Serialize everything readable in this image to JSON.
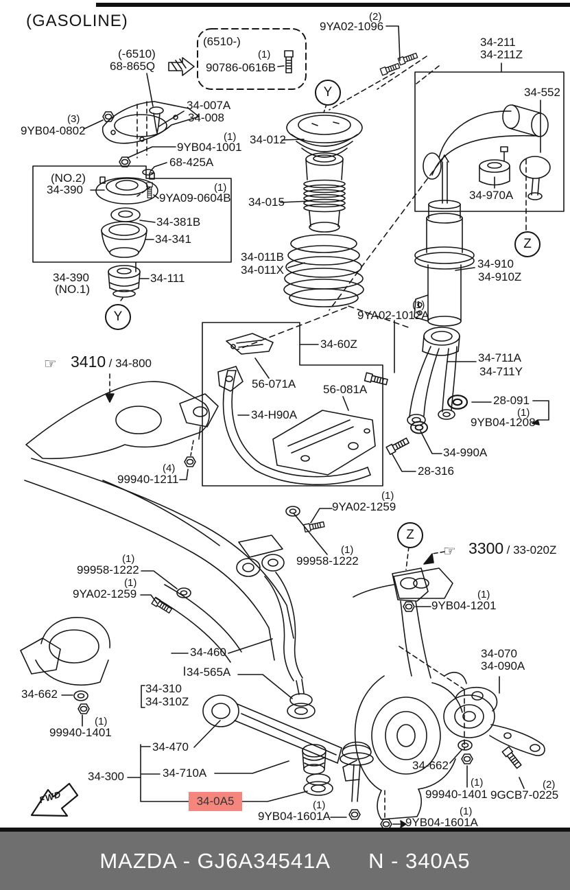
{
  "header": {
    "title": "(GASOLINE)"
  },
  "notes": {
    "no1": "(NO.1)",
    "no2": "(NO.2)",
    "range_before": "(-6510)",
    "range_after": "(6510-)"
  },
  "qty": {
    "one": "(1)",
    "two": "(2)",
    "three": "(3)",
    "four": "(4)"
  },
  "balloons": {
    "y": "Y",
    "z": "Z"
  },
  "icons": {
    "hand": "☞"
  },
  "refs": {
    "tower": {
      "num": "3410",
      "rest": "/ 34-800"
    },
    "knuckle": {
      "num": "3300",
      "rest": "/ 33-020Z"
    }
  },
  "parts": {
    "68_865Q": "68-865Q",
    "90786_0616B": "90786-0616B",
    "9YA02_1096": "9YA02-1096",
    "34_211": "34-211",
    "34_211Z": "34-211Z",
    "34_552": "34-552",
    "34_970A": "34-970A",
    "9YB04_0802": "9YB04-0802",
    "34_007A": "34-007A",
    "34_008": "34-008",
    "9YB04_1001": "9YB04-1001",
    "68_425A": "68-425A",
    "34_390": "34-390",
    "9YA09_0604B": "9YA09-0604B",
    "34_381B": "34-381B",
    "34_341": "34-341",
    "34_111": "34-111",
    "34_012": "34-012",
    "34_015": "34-015",
    "34_011B": "34-011B",
    "34_011X": "34-011X",
    "34_910": "34-910",
    "34_910Z": "34-910Z",
    "9YA02_1012A": "9YA02-1012A",
    "34_711A": "34-711A",
    "34_711Y": "34-711Y",
    "28_091": "28-091",
    "9YB04_1208": "9YB04-1208",
    "34_990A": "34-990A",
    "28_316": "28-316",
    "34_60Z": "34-60Z",
    "56_071A": "56-071A",
    "56_081A": "56-081A",
    "34_H90A": "34-H90A",
    "99940_1211": "99940-1211",
    "9YA02_1259": "9YA02-1259",
    "99958_1222": "99958-1222",
    "9YB04_1201": "9YB04-1201",
    "34_460": "34-460",
    "34_565A": "34-565A",
    "34_310": "34-310",
    "34_310Z": "34-310Z",
    "34_662": "34-662",
    "99940_1401": "99940-1401",
    "34_470": "34-470",
    "34_300": "34-300",
    "34_710A": "34-710A",
    "9YB04_1601A": "9YB04-1601A",
    "34_070": "34-070",
    "34_090A": "34-090A",
    "9GCB7_0225": "9GCB7-0225"
  },
  "highlight": {
    "text": "34-0A5",
    "bg": "#f4867e"
  },
  "fwd": "FWD",
  "footer": {
    "left": "MAZDA - GJ6A34541A",
    "right": "N - 340A5",
    "bg": "#6f6f6f",
    "fg": "#ffffff"
  }
}
